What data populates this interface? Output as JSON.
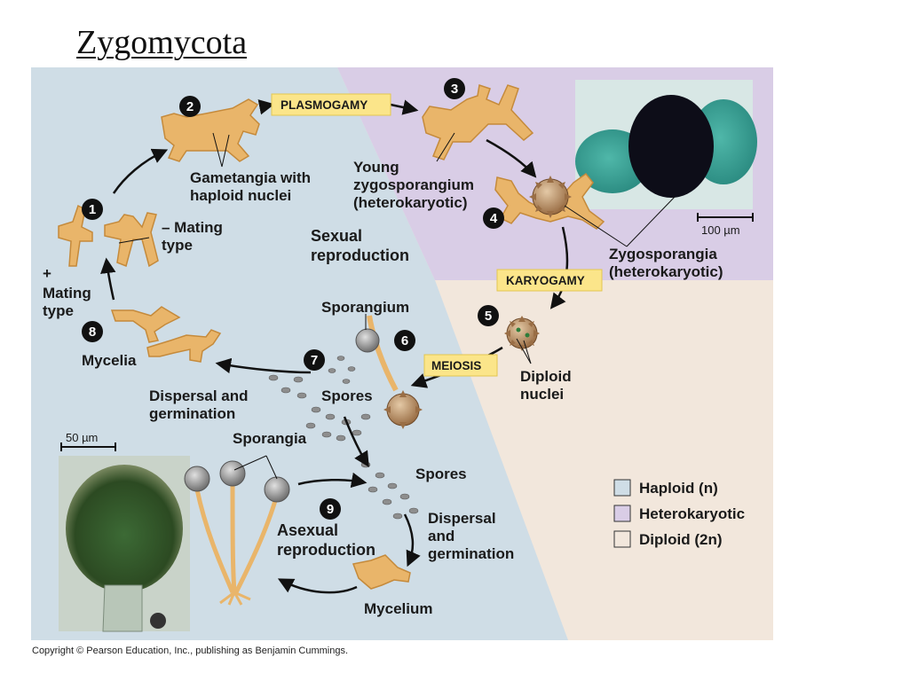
{
  "title": "Zygomycota",
  "copyright": "Copyright © Pearson Education, Inc., publishing as Benjamin Cummings.",
  "colors": {
    "haploid": "#cfdde6",
    "heterokaryotic": "#d9cde6",
    "diploid": "#f2e7dc",
    "label_box": "#fbe58a",
    "hypha": "#e9b56a",
    "zygosporangium": "#a9763e"
  },
  "step_numbers": [
    "1",
    "2",
    "3",
    "4",
    "5",
    "6",
    "7",
    "8",
    "9"
  ],
  "stage_labels": {
    "plasmogamy": "PLASMOGAMY",
    "karyogamy": "KARYOGAMY",
    "meiosis": "MEIOSIS"
  },
  "labels": {
    "gametangia_line1": "Gametangia with",
    "gametangia_line2": "haploid nuclei",
    "minus_mating_line1": "– Mating",
    "minus_mating_line2": "type",
    "plus_sign": "+",
    "plus_mating_line1": "Mating",
    "plus_mating_line2": "type",
    "young_zygo_line1": "Young",
    "young_zygo_line2": "zygosporangium",
    "young_zygo_line3": "(heterokaryotic)",
    "zygosporangia_line1": "Zygosporangia",
    "zygosporangia_line2": "(heterokaryotic)",
    "sexual_line1": "Sexual",
    "sexual_line2": "reproduction",
    "sporangium": "Sporangium",
    "mycelia": "Mycelia",
    "dispersal1_line1": "Dispersal and",
    "dispersal1_line2": "germination",
    "spores_top": "Spores",
    "diploid_line1": "Diploid",
    "diploid_line2": "nuclei",
    "sporangia": "Sporangia",
    "spores_bottom": "Spores",
    "dispersal2_line1": "Dispersal",
    "dispersal2_line2": "and",
    "dispersal2_line3": "germination",
    "asexual_line1": "Asexual",
    "asexual_line2": "reproduction",
    "mycelium": "Mycelium"
  },
  "scale_bars": {
    "micrograph_top": "100 µm",
    "micrograph_bottom": "50 µm"
  },
  "legend": [
    {
      "label": "Haploid (n)",
      "color": "#cfdde6"
    },
    {
      "label": "Heterokaryotic",
      "color": "#d9cde6"
    },
    {
      "label": "Diploid (2n)",
      "color": "#f2e7dc"
    }
  ]
}
